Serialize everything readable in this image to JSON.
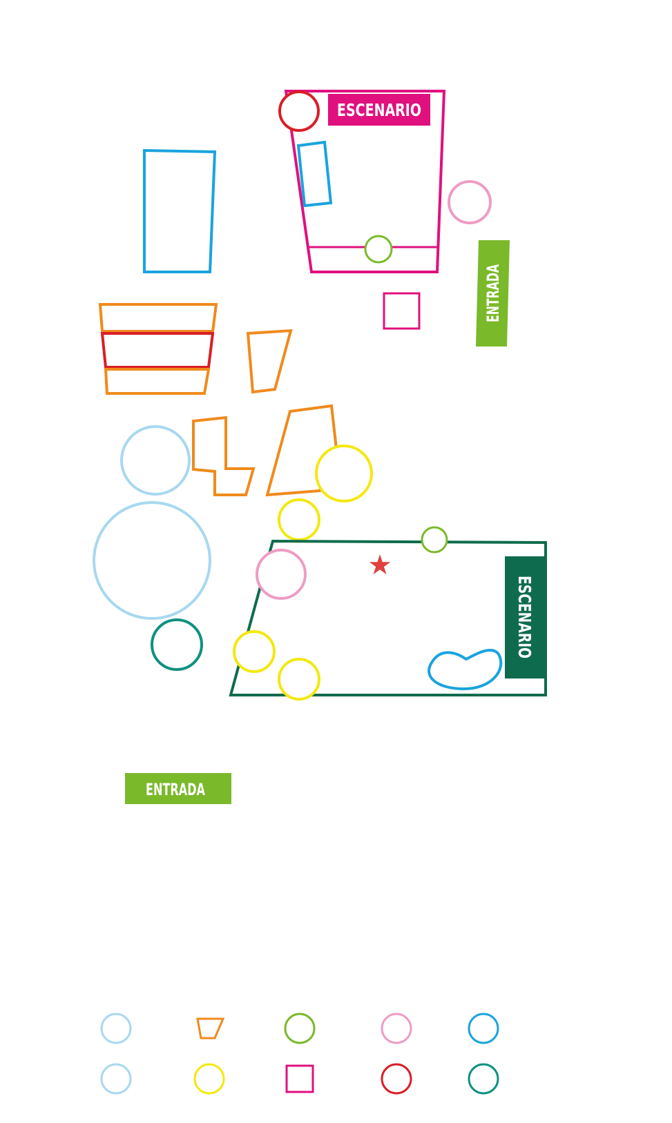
{
  "labels": {
    "stage_top": "ESCENARIO",
    "stage_bottom": "ESCENARIO",
    "entrance_right": "ENTRADA",
    "entrance_left": "ENTRADA"
  },
  "colors": {
    "magenta": "#e0107f",
    "green": "#7ab929",
    "dark_green": "#0e6b4e",
    "blue": "#1aa3df",
    "light_blue": "#a8d8f0",
    "orange": "#f08a1c",
    "red": "#d91e26",
    "pink": "#ee9cc4",
    "yellow": "#f4e810",
    "teal": "#0f9180",
    "star_red": "#e04040"
  },
  "legend": {
    "items": [
      {
        "shape": "circle",
        "color": "light_blue"
      },
      {
        "shape": "trapezoid",
        "color": "orange"
      },
      {
        "shape": "circle",
        "color": "green"
      },
      {
        "shape": "circle",
        "color": "pink"
      },
      {
        "shape": "circle",
        "color": "blue"
      },
      {
        "shape": "circle",
        "color": "light_blue"
      },
      {
        "shape": "circle",
        "color": "yellow"
      },
      {
        "shape": "square",
        "color": "magenta"
      },
      {
        "shape": "circle",
        "color": "red"
      },
      {
        "shape": "circle",
        "color": "teal"
      }
    ]
  }
}
